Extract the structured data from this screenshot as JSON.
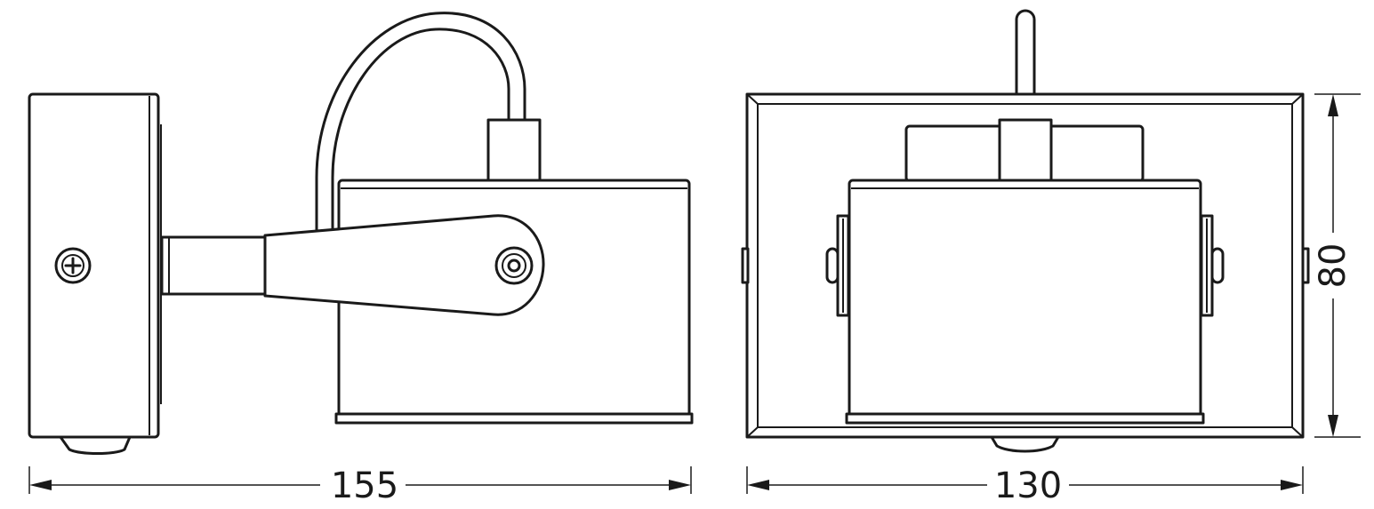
{
  "dimensions": {
    "side_width": "155",
    "front_width": "130",
    "front_height": "80"
  }
}
